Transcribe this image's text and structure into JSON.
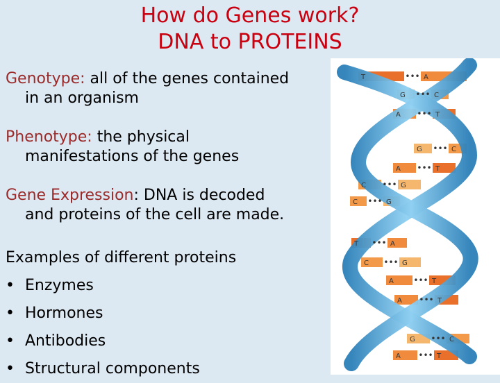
{
  "title": {
    "line1": "How do Genes work?",
    "line2": "DNA to PROTEINS"
  },
  "definitions": [
    {
      "term": "Genotype:",
      "line1": " all of the genes contained",
      "line2": "in an organism"
    },
    {
      "term": "Phenotype:",
      "line1": " the physical",
      "line2": "manifestations of the genes"
    },
    {
      "term": "Gene Expression",
      "line1": ": DNA is decoded",
      "line2": "and proteins of the cell are made."
    }
  ],
  "examples": {
    "heading": "Examples of different proteins",
    "items": [
      "Enzymes",
      "Hormones",
      "Antibodies",
      "Structural components"
    ]
  },
  "dna_image": {
    "icon": "dna-double-helix",
    "base_pairs": [
      [
        "T",
        "A"
      ],
      [
        "G",
        "C"
      ],
      [
        "A",
        "T"
      ],
      [
        "G",
        "C"
      ],
      [
        "A",
        "T"
      ],
      [
        "C",
        "G"
      ],
      [
        "C",
        "G"
      ],
      [
        "T",
        "A"
      ],
      [
        "C",
        "G"
      ],
      [
        "A",
        "T"
      ],
      [
        "A",
        "T"
      ],
      [
        "G",
        "C"
      ],
      [
        "A",
        "T"
      ]
    ],
    "colors": {
      "strand": "#5fb3e0",
      "strand_dark": "#2b7fb8",
      "base_a": "#f08a3c",
      "base_t": "#e8702a",
      "base_g": "#f5b66d",
      "base_c": "#f39a4a"
    }
  },
  "colors": {
    "title": "#c8000f",
    "term": "#9b2a2a",
    "background": "#dce9f2"
  }
}
